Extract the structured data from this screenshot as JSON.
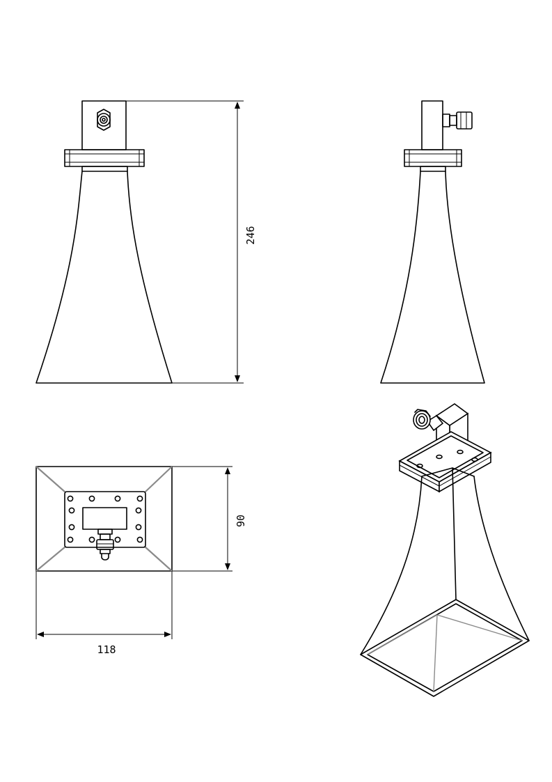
{
  "dimensions": {
    "height": "246",
    "aperture_height": "90",
    "aperture_width": "118"
  },
  "views": [
    "front-view",
    "side-view",
    "aperture-view",
    "isometric-view"
  ],
  "colors": {
    "line": "#000000",
    "hidden_edge": "#8a8a8a",
    "background": "#ffffff"
  }
}
